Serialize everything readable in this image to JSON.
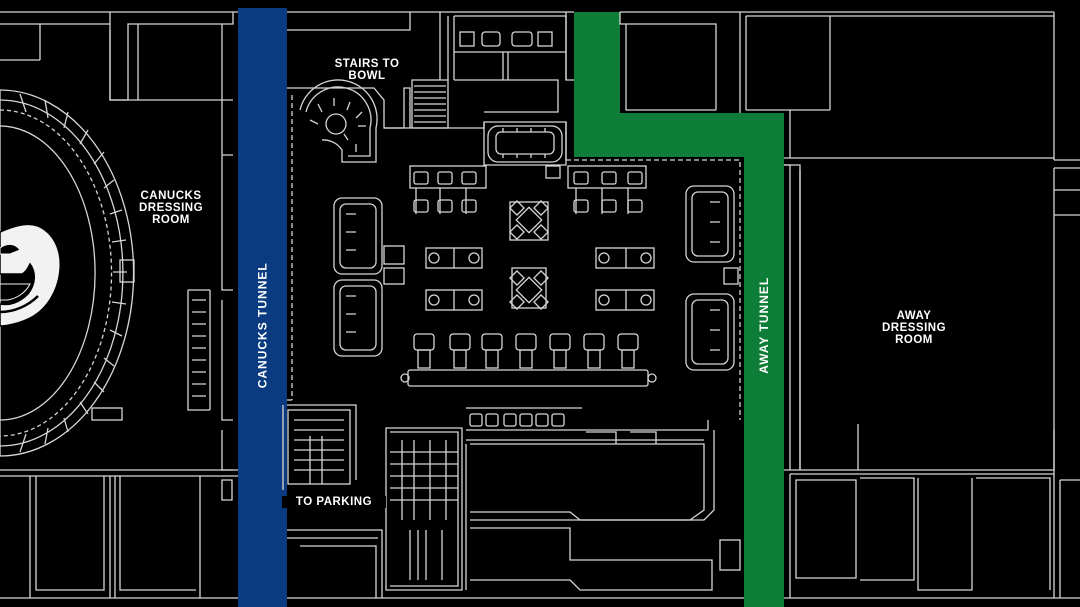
{
  "labels": {
    "stairs_line1": "STAIRS TO",
    "stairs_line2": "BOWL",
    "canucks_room_line1": "CANUCKS",
    "canucks_room_line2": "DRESSING",
    "canucks_room_line3": "ROOM",
    "canucks_tunnel": "CANUCKS TUNNEL",
    "away_tunnel": "AWAY TUNNEL",
    "away_room_line1": "AWAY",
    "away_room_line2": "DRESSING",
    "away_room_line3": "ROOM",
    "to_parking": "TO PARKING"
  },
  "colors": {
    "background": "#000000",
    "walls": "#d6d6d6",
    "canucks_tunnel": "#0a3a80",
    "away_tunnel": "#0e7d38",
    "logo": "#f2f2f2"
  },
  "icons": {
    "logo": "orca-logo-icon"
  }
}
